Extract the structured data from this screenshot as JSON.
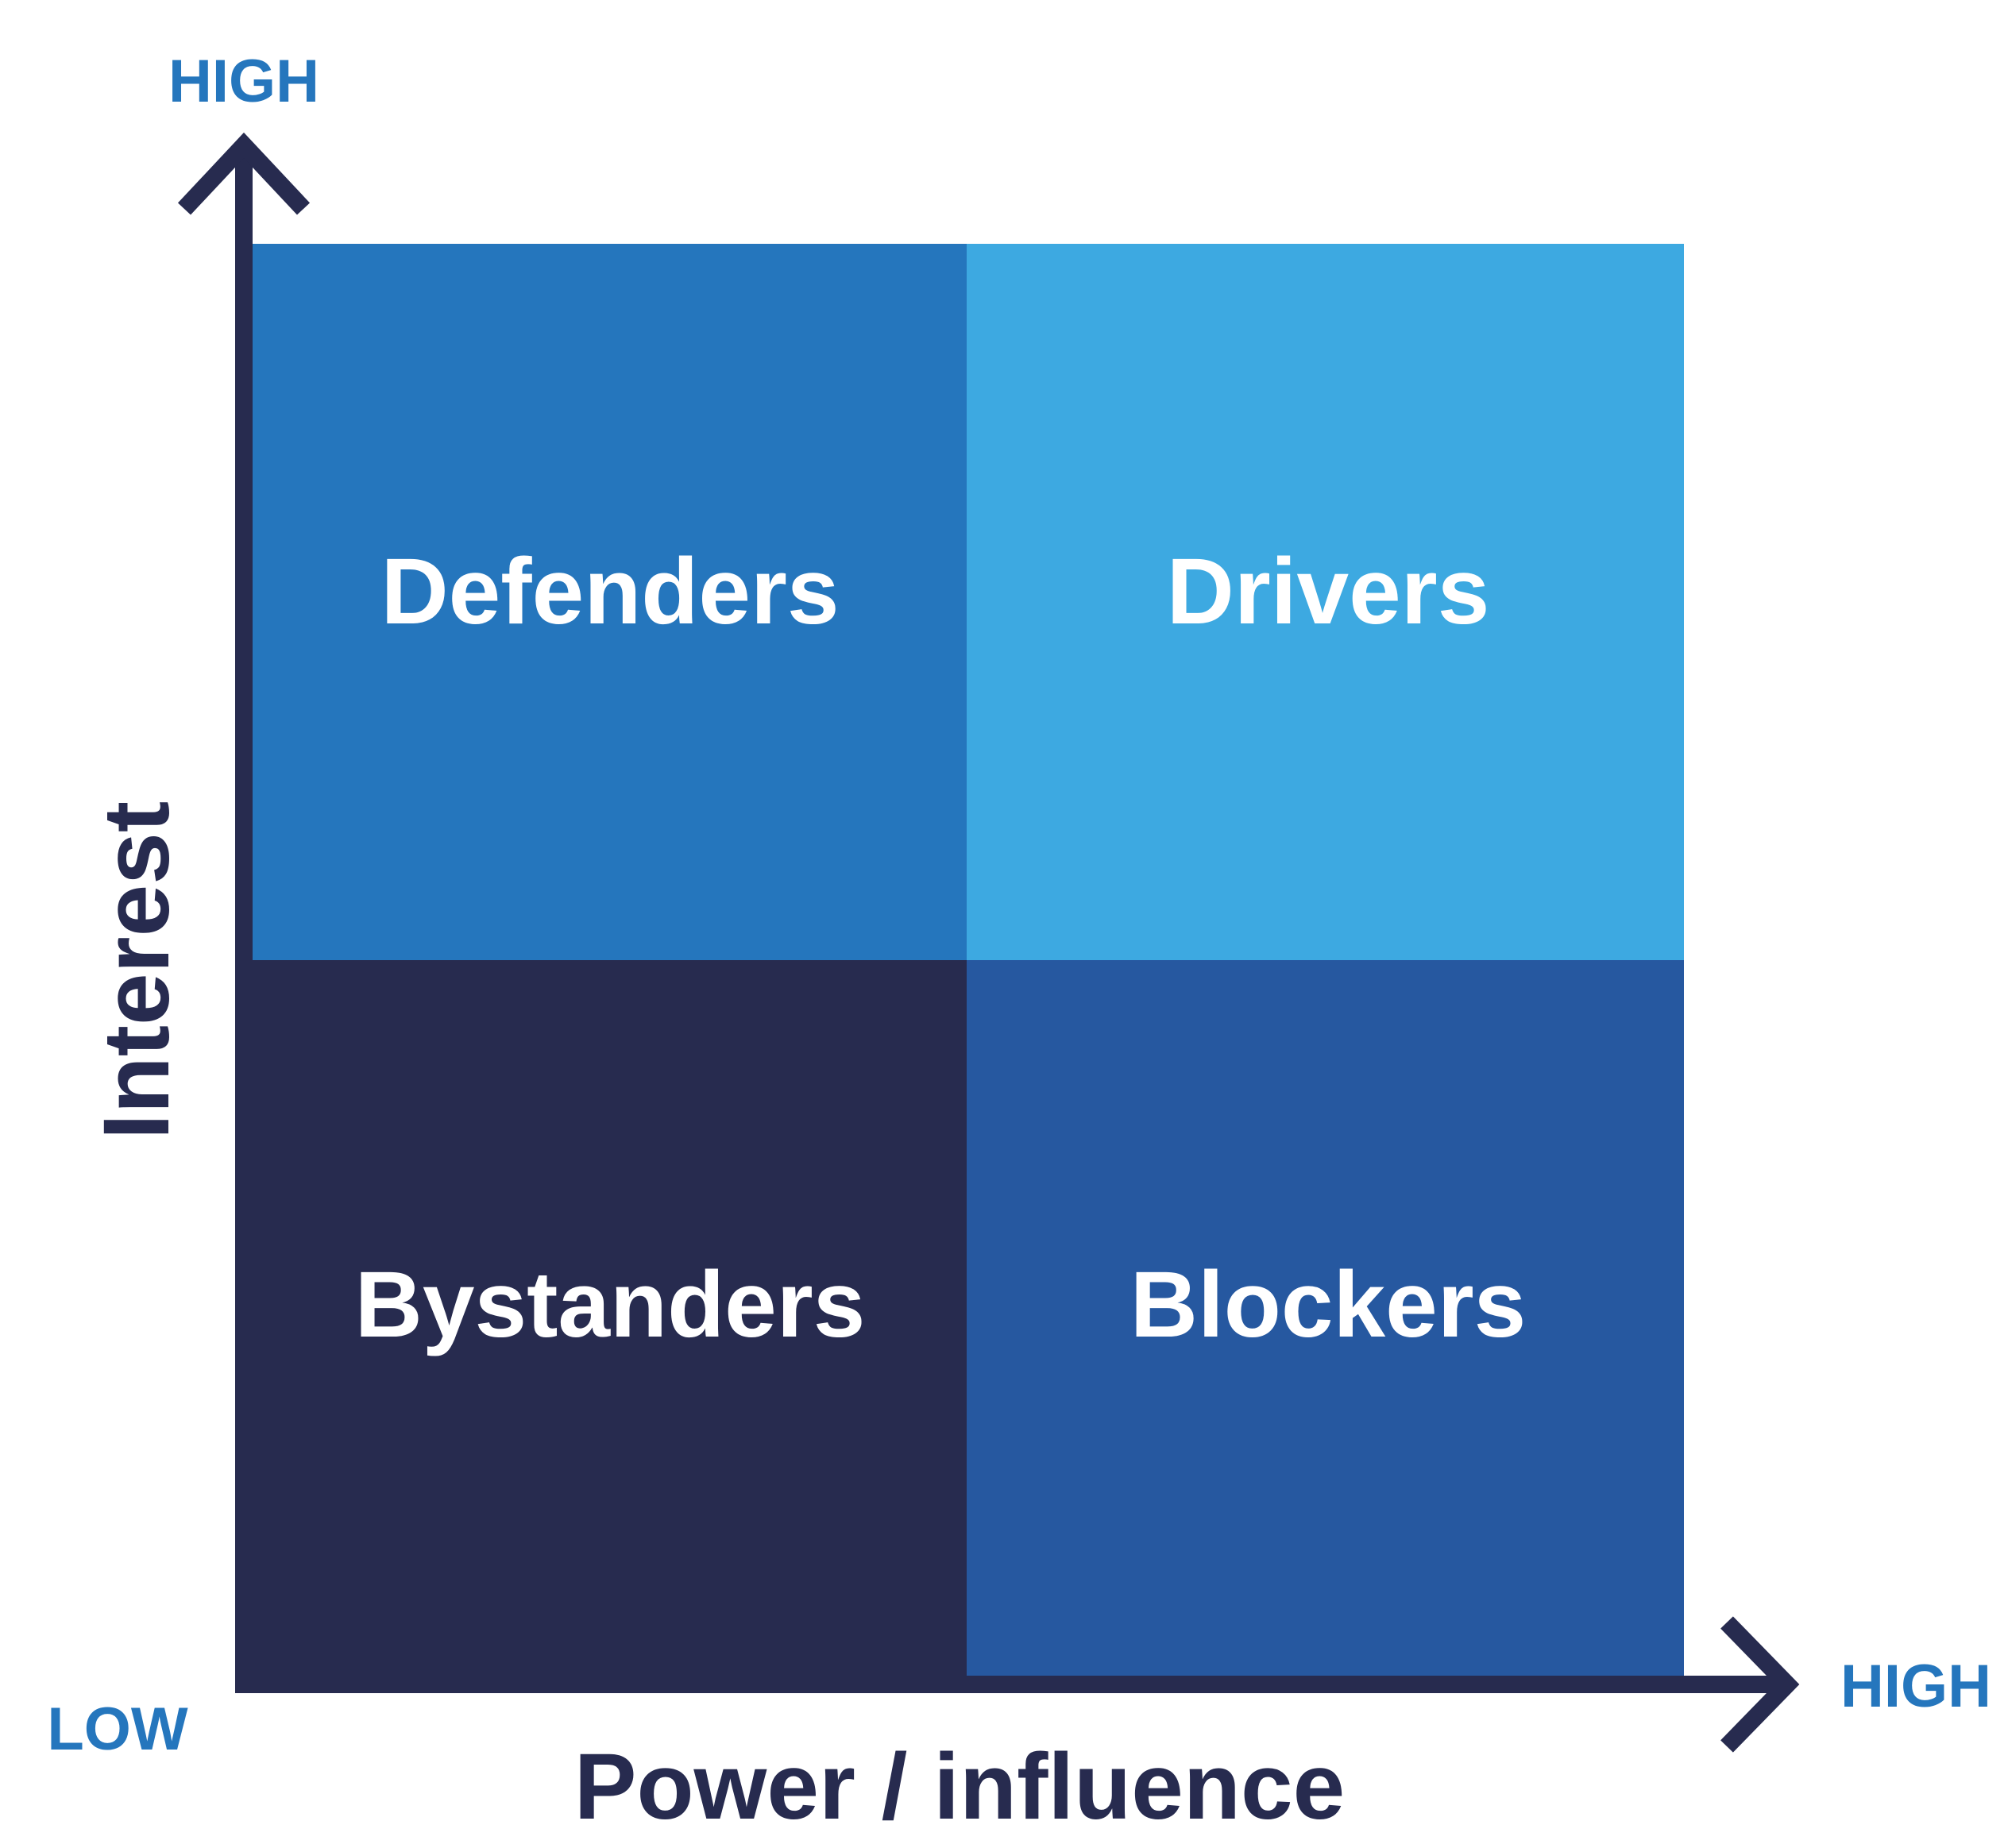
{
  "colors": {
    "axis": "#272B4F",
    "end_label": "#2576BD",
    "defenders": "#2576BD",
    "drivers": "#3DA9E1",
    "bystanders": "#272B4F",
    "blockers": "#2658A0",
    "quadrant_text": "#FFFFFF"
  },
  "y_axis": {
    "title": "Interest",
    "high_label": "HIGH"
  },
  "x_axis": {
    "title": "Power / influence",
    "high_label": "HIGH"
  },
  "origin_label": "LOW",
  "quadrants": {
    "top_left": {
      "label": "Defenders"
    },
    "top_right": {
      "label": "Drivers"
    },
    "bottom_left": {
      "label": "Bystanders"
    },
    "bottom_right": {
      "label": "Blockers"
    }
  },
  "icons": {
    "y_arrow": "arrow-up-icon",
    "x_arrow": "arrow-right-icon"
  }
}
